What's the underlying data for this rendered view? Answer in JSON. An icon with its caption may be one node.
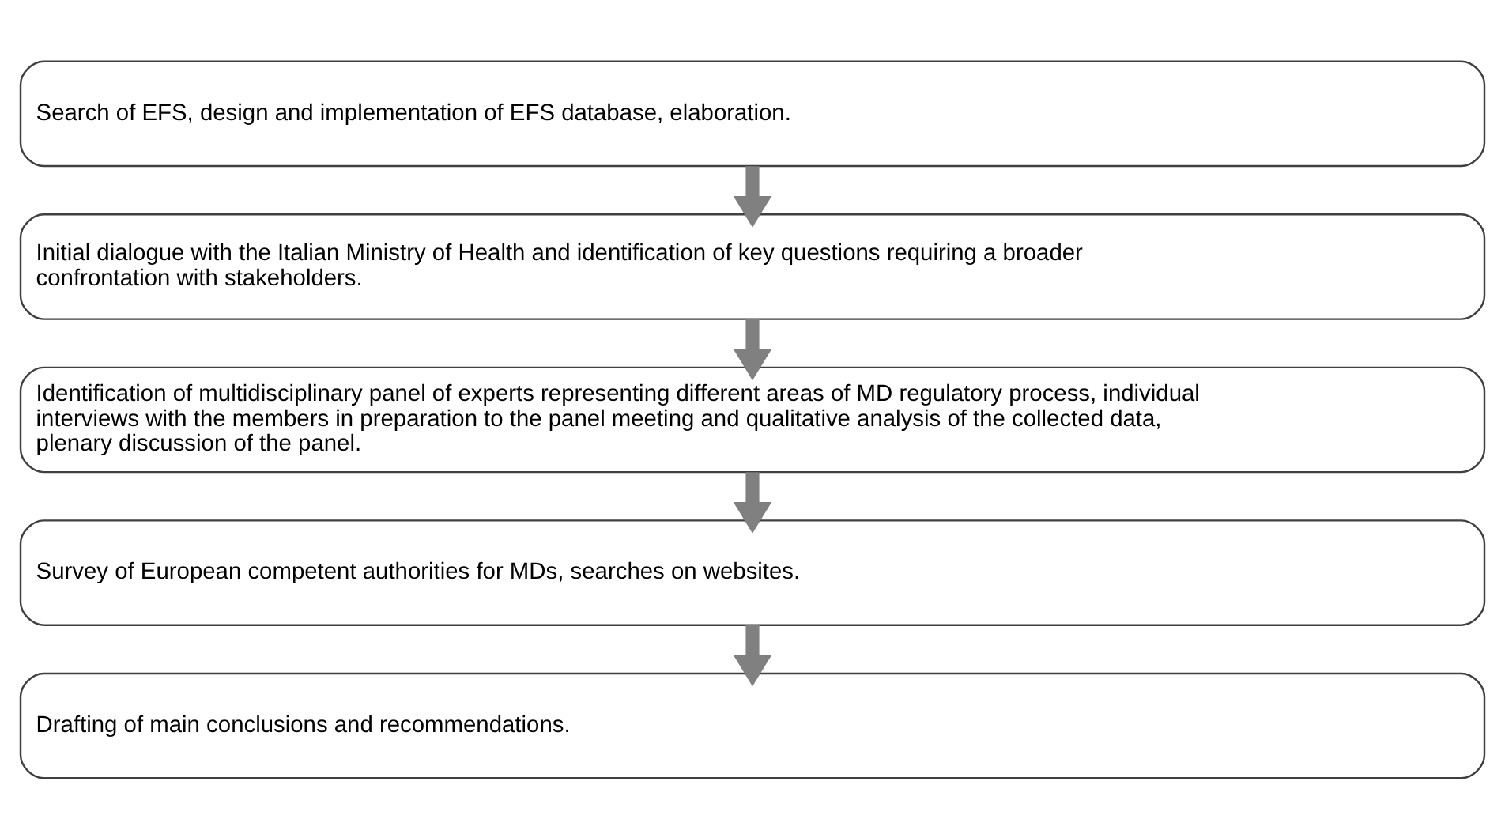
{
  "diagram": {
    "nodes": [
      {
        "text": [
          "Search of EFS, design and implementation of EFS database, elaboration."
        ]
      },
      {
        "text": [
          "Initial dialogue with the Italian Ministry of Health and identification of key questions requiring a broader confrontation with stakeholders."
        ]
      },
      {
        "text": [
          "Identification of multidisciplinary panel of experts representing different areas of MD regulatory process, individual interviews with the members in preparation to the panel meeting and qualitative analysis of the collected data, plenary discussion of the panel."
        ]
      },
      {
        "text": [
          "Survey of European competent authorities for MDs, searches on websites."
        ]
      },
      {
        "text": [
          "Drafting of main conclusions and recommendations."
        ]
      }
    ],
    "edges": [
      {
        "from": 0,
        "to": 1,
        "arrow": "to"
      },
      {
        "from": 1,
        "to": 2,
        "arrow": "to"
      },
      {
        "from": 2,
        "to": 3,
        "arrow": "to"
      },
      {
        "from": 3,
        "to": 4,
        "arrow": "to"
      }
    ]
  }
}
